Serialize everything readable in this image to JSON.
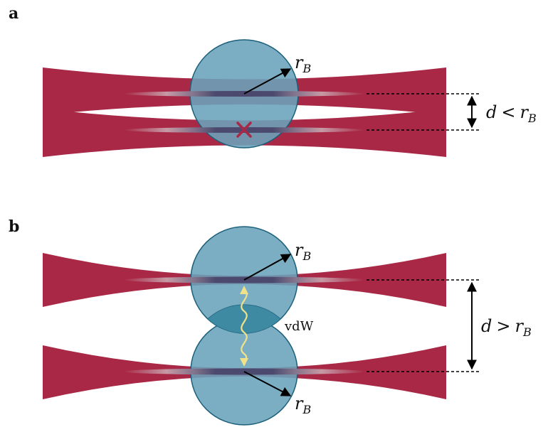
{
  "panels": {
    "a": {
      "label": "a",
      "radius_label": {
        "symbol": "r",
        "subscript": "B"
      },
      "distance_label": {
        "lhs": "d",
        "op": "<",
        "rhs_symbol": "r",
        "rhs_subscript": "B"
      }
    },
    "b": {
      "label": "b",
      "top_radius_label": {
        "symbol": "r",
        "subscript": "B"
      },
      "bottom_radius_label": {
        "symbol": "r",
        "subscript": "B"
      },
      "interaction_label": "vdW",
      "distance_label": {
        "lhs": "d",
        "op": ">",
        "rhs_symbol": "r",
        "rhs_subscript": "B"
      }
    }
  },
  "colors": {
    "beam": "#a82846",
    "blockade_sphere": "#6aa3bb",
    "blockade_sphere_stroke": "#1b5f7a",
    "overlap": "#3f8aa3",
    "beam_core": "#4b4a6e",
    "vdw_wave": "#f1e28a",
    "cross": "#a82846",
    "arrow": "#000000"
  }
}
